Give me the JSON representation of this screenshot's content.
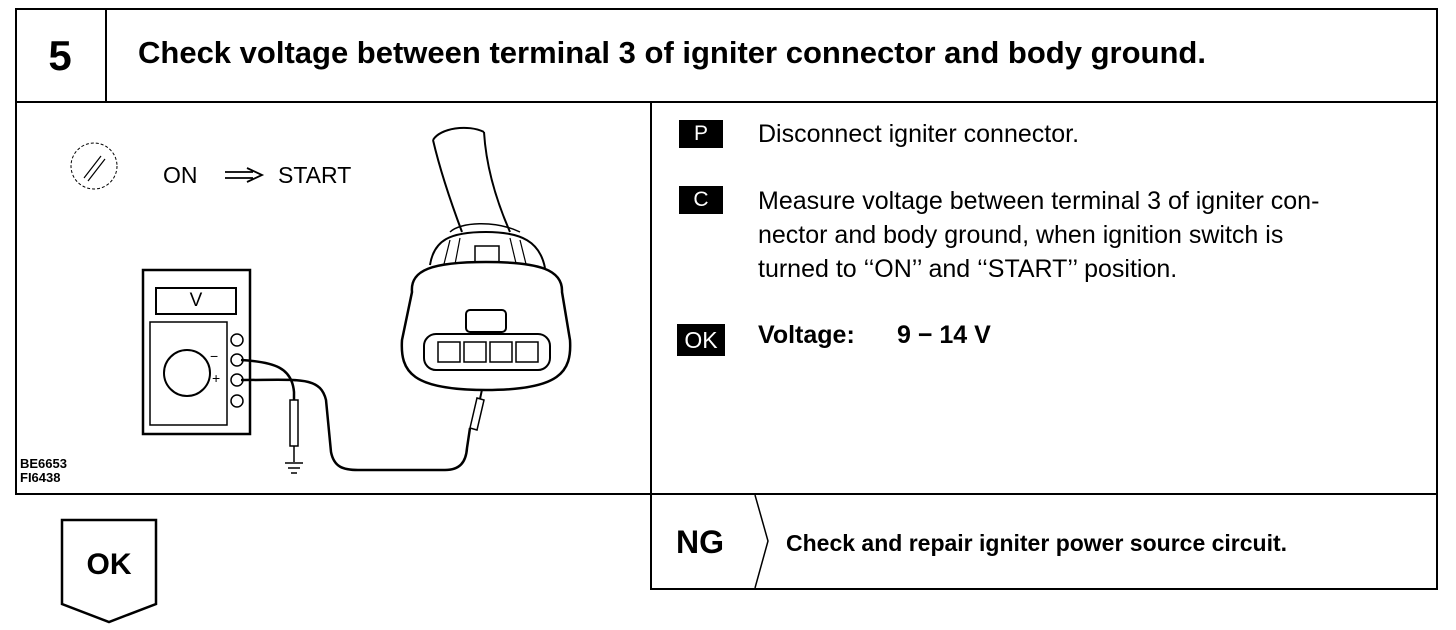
{
  "header": {
    "step_number": "5",
    "title": "Check voltage between terminal 3 of igniter connector and body ground."
  },
  "illustration": {
    "switch_on": "ON",
    "switch_start": "START",
    "meter_unit": "V",
    "meter_minus": "−",
    "meter_plus": "+",
    "figure_code_1": "BE6653",
    "figure_code_2": "FI6438",
    "icon_ignition_key": "ignition-key-icon",
    "icon_arrow": "arrow-right-icon",
    "icon_ground": "ground-icon"
  },
  "instructions": {
    "p_tag": "P",
    "p_text": "Disconnect igniter connector.",
    "c_tag": "C",
    "c_text_line1": "Measure voltage between terminal 3 of igniter con-",
    "c_text_line2": "nector and body ground, when ignition switch is",
    "c_text_line3": "turned to ‘‘ON’’ and ‘‘START’’ position.",
    "ok_tag": "OK",
    "spec_label": "Voltage:",
    "spec_value": "9 − 14 V"
  },
  "result": {
    "ng_label": "NG",
    "ng_action": "Check and repair igniter power source circuit.",
    "ok_label": "OK"
  }
}
